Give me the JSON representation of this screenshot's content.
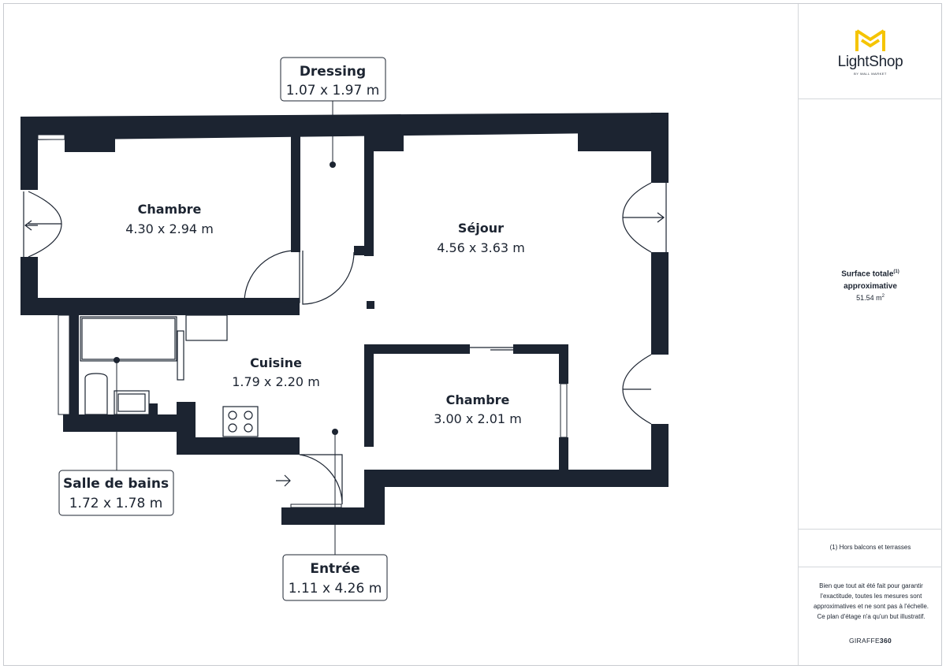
{
  "rooms": {
    "chambre1": {
      "name": "Chambre",
      "dims": "4.30 x 2.94 m"
    },
    "sejour": {
      "name": "Séjour",
      "dims": "4.56 x 3.63 m"
    },
    "cuisine": {
      "name": "Cuisine",
      "dims": "1.79 x 2.20 m"
    },
    "chambre2": {
      "name": "Chambre",
      "dims": "3.00 x 2.01 m"
    }
  },
  "callouts": {
    "dressing": {
      "name": "Dressing",
      "dims": "1.07 x 1.97 m"
    },
    "salle_de_bains": {
      "name": "Salle de bains",
      "dims": "1.72 x 1.78 m"
    },
    "entree": {
      "name": "Entrée",
      "dims": "1.11 x 4.26 m"
    }
  },
  "sidebar": {
    "brand": "LightShop",
    "brand_sub": "BY WALL MARKET",
    "surface_title_1": "Surface totale",
    "surface_sup": "(1)",
    "surface_title_2": "approximative",
    "surface_value": "51.54 m",
    "surface_unit_sup": "2",
    "footnote": "(1) Hors balcons et terrasses",
    "disclaimer": "Bien que tout ait été fait pour garantir l'exactitude, toutes les mesures sont approximatives et ne sont pas à l'échelle. Ce plan d'étage n'a qu'un but illustratif.",
    "credit_1": "GIRAFFE",
    "credit_2": "360"
  },
  "colors": {
    "wall": "#1c2431",
    "brand_yellow": "#f5c400"
  }
}
